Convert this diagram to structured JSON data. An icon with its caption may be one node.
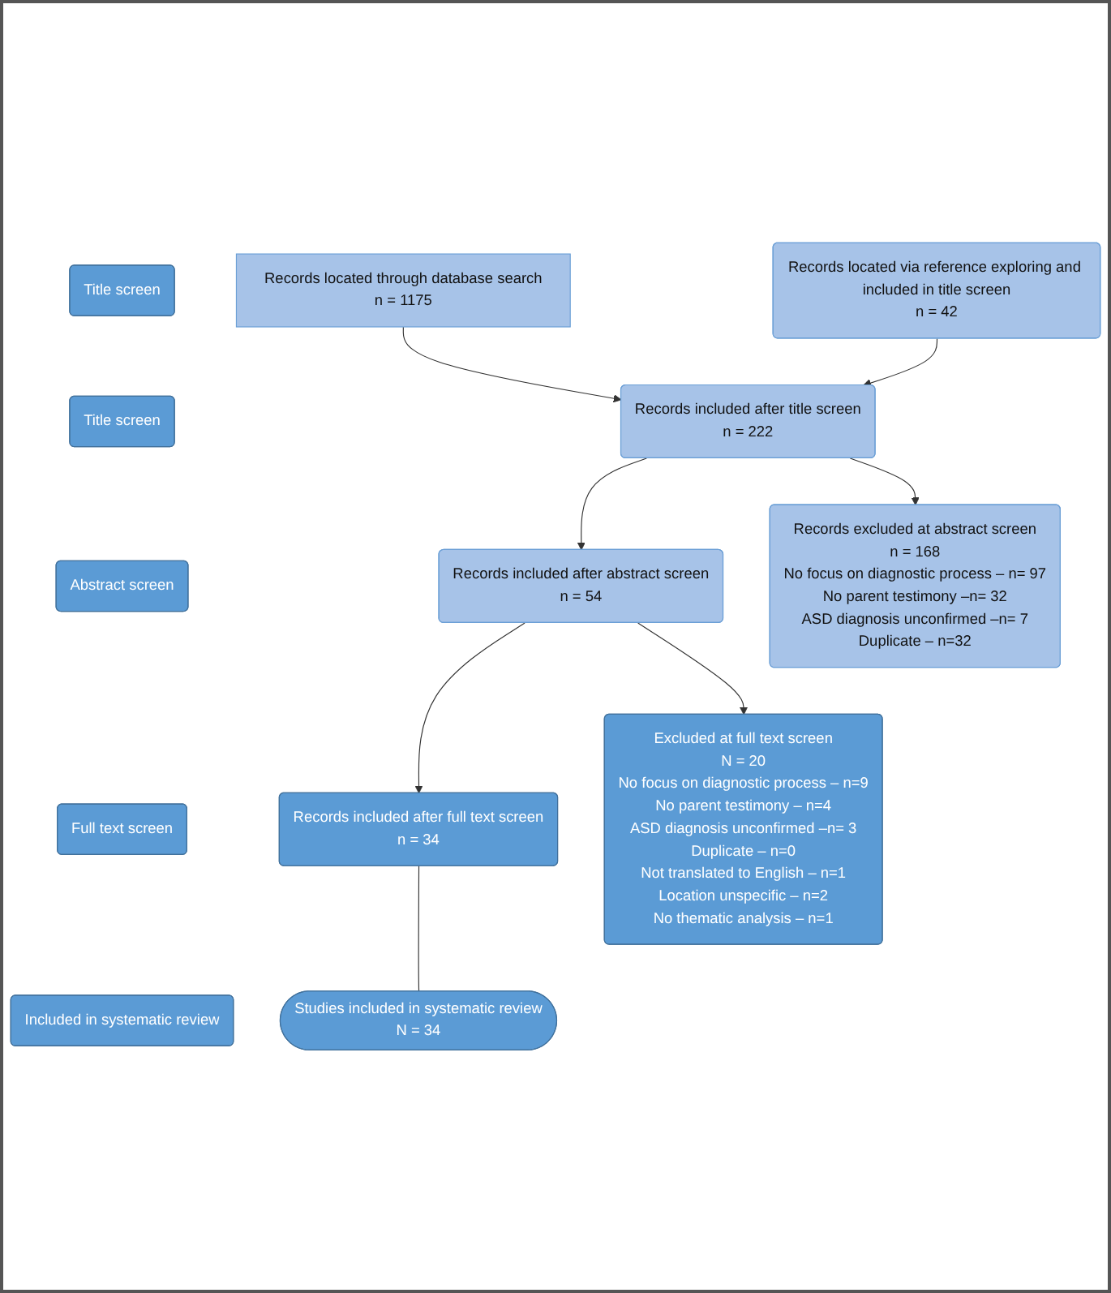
{
  "diagram": {
    "nodes": [
      {
        "text": [
          "Title screen"
        ]
      },
      {
        "text": [
          "Records located through database search",
          "n = 1175"
        ]
      },
      {
        "text": [
          "Title screen"
        ]
      },
      {
        "text": [
          "Records included after title screen",
          "n = 222"
        ]
      },
      {
        "text": [
          "Records located via reference exploring and included in title screen",
          "n = 42"
        ]
      },
      {
        "text": [
          "Abstract screen"
        ]
      },
      {
        "text": [
          "Records included after abstract screen",
          "n = 54"
        ]
      },
      {
        "text": [
          "Records excluded at abstract screen",
          "n = 168",
          "No focus on diagnostic process – n= 97",
          "No parent testimony –n= 32",
          "ASD diagnosis unconfirmed –n= 7",
          "Duplicate – n=32"
        ]
      },
      {
        "text": [
          "Full text screen"
        ]
      },
      {
        "text": [
          "Records included after full text screen",
          "n = 34"
        ]
      },
      {
        "text": [
          "Excluded at full text screen",
          "N = 20",
          "No focus on diagnostic process – n=9",
          "No parent testimony – n=4",
          "ASD diagnosis unconfirmed –n= 3",
          "Duplicate – n=0",
          "Not translated to English – n=1",
          "Location unspecific – n=2",
          "No thematic analysis – n=1"
        ]
      },
      {
        "text": [
          "Included in systematic review"
        ]
      },
      {
        "text": [
          "Studies included in systematic review",
          "N = 34"
        ]
      }
    ],
    "edges": [
      {
        "from": 1,
        "to": 3,
        "arrow": "to"
      },
      {
        "from": 4,
        "to": 3,
        "arrow": "to"
      },
      {
        "from": 3,
        "to": 6,
        "arrow": "to"
      },
      {
        "from": 3,
        "to": 7,
        "arrow": "to"
      },
      {
        "from": 6,
        "to": 9,
        "arrow": "to"
      },
      {
        "from": 6,
        "to": 10,
        "arrow": "to"
      },
      {
        "from": 9,
        "to": 12,
        "arrow": "none"
      }
    ]
  }
}
